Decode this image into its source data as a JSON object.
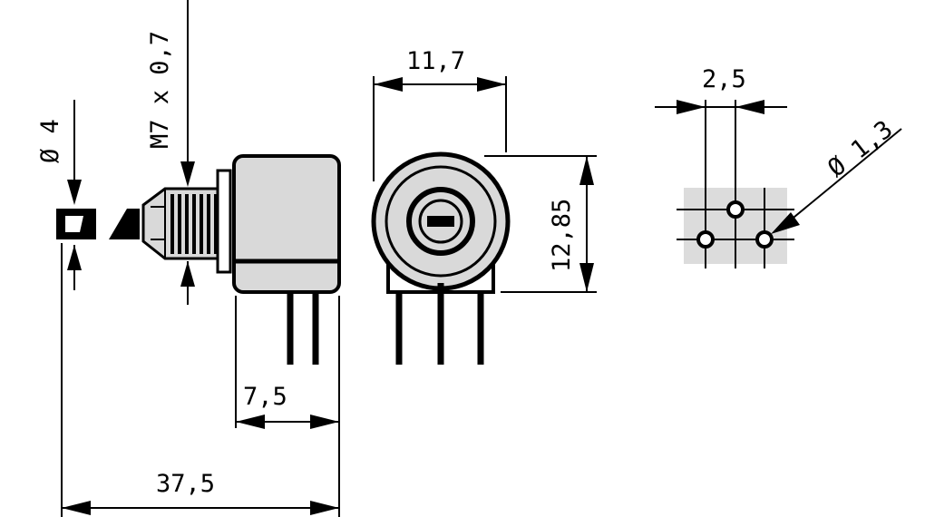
{
  "dimensions": {
    "shaft_diameter": "Ø 4",
    "thread": "M7 x 0,7",
    "body_width": "11,7",
    "body_height": "12,85",
    "pin_pitch": "2,5",
    "pin_hole_diameter": "Ø 1,3",
    "body_depth": "7,5",
    "overall_length": "37,5"
  },
  "colors": {
    "line": "#000000",
    "body_fill": "#d9d9d9",
    "footprint_fill": "#dcdcdc",
    "background": "#ffffff"
  }
}
